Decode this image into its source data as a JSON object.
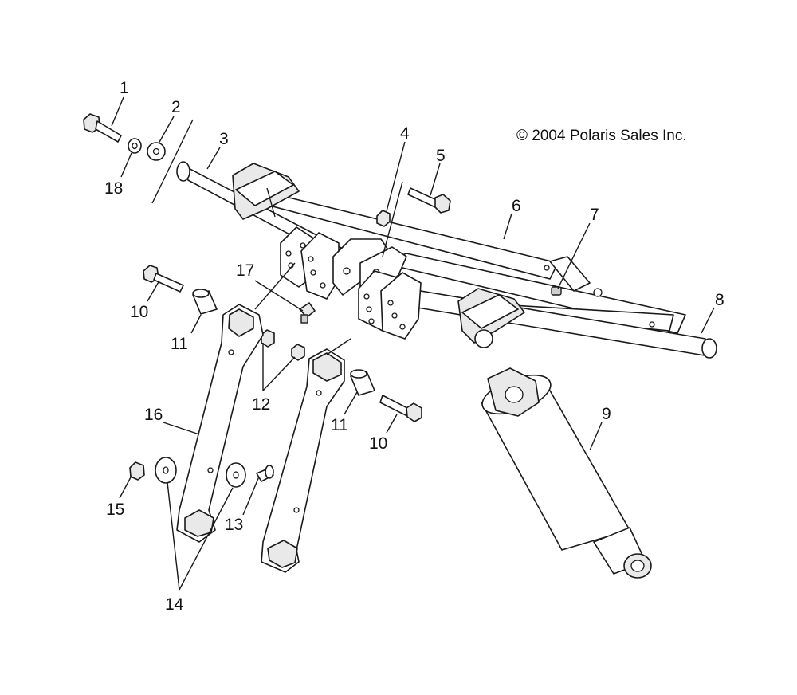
{
  "copyright": "© 2004 Polaris Sales Inc.",
  "callouts": {
    "c1": "1",
    "c2": "2",
    "c3": "3",
    "c4": "4",
    "c5": "5",
    "c6": "6",
    "c7": "7",
    "c8": "8",
    "c9": "9",
    "c10a": "10",
    "c10b": "10",
    "c11a": "11",
    "c11b": "11",
    "c12": "12",
    "c13": "13",
    "c14": "14",
    "c15": "15",
    "c16": "16",
    "c17": "17",
    "c18": "18"
  },
  "colors": {
    "line": "#1a1a1a",
    "fill": "#ffffff",
    "shade": "#e9e9e9"
  }
}
